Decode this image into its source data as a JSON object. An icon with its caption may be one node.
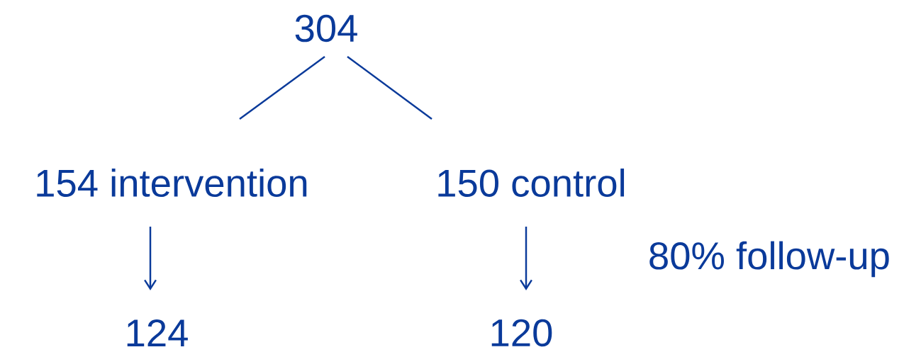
{
  "diagram": {
    "nodes": [
      {
        "text": [
          "304"
        ]
      },
      {
        "text": [
          "154 intervention"
        ]
      },
      {
        "text": [
          "150 control"
        ]
      },
      {
        "text": [
          "124"
        ]
      },
      {
        "text": [
          "120"
        ]
      }
    ],
    "edges": [
      {
        "from": 0,
        "to": 1,
        "arrow": "none"
      },
      {
        "from": 0,
        "to": 2,
        "arrow": "none"
      },
      {
        "from": 1,
        "to": 3,
        "arrow": "to"
      },
      {
        "from": 2,
        "to": 4,
        "arrow": "to"
      }
    ],
    "labels": [
      "80% follow-up"
    ]
  }
}
